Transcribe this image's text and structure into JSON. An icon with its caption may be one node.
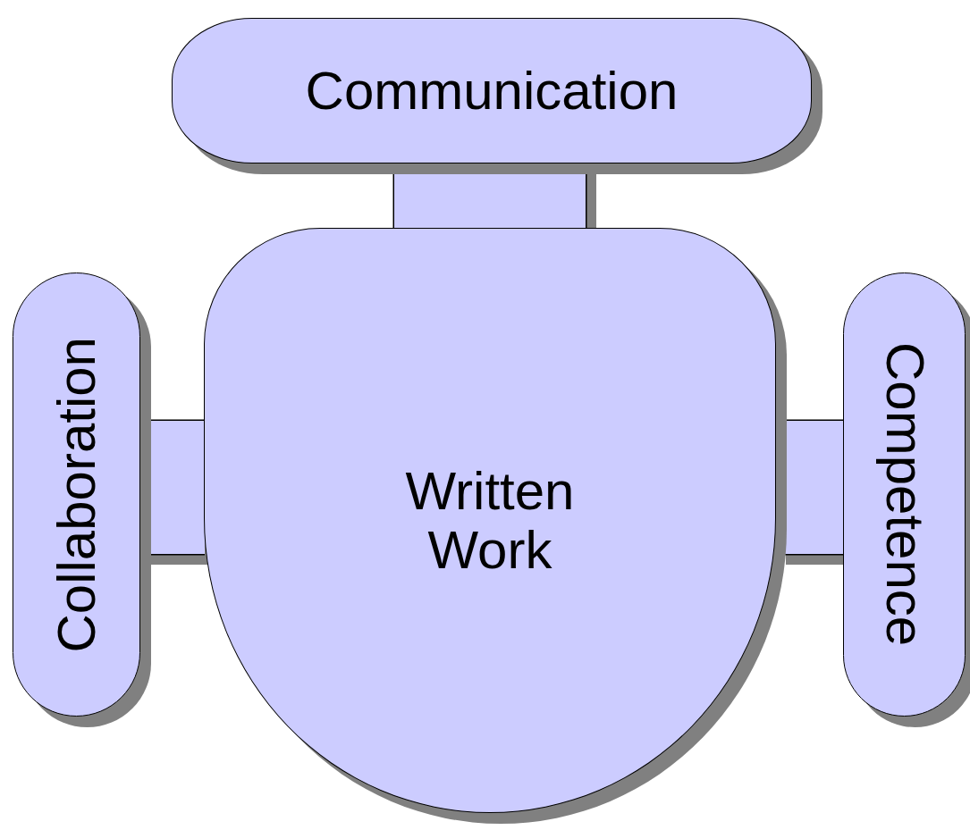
{
  "diagram": {
    "nodes": [
      {
        "text": [
          "Communication"
        ]
      },
      {
        "text": [
          "Written Work"
        ]
      },
      {
        "text": [
          "Collaboration"
        ]
      },
      {
        "text": [
          "Competence"
        ]
      }
    ],
    "edges": [
      {
        "from": 0,
        "to": 1,
        "arrow": "none"
      },
      {
        "from": 2,
        "to": 1,
        "arrow": "none"
      },
      {
        "from": 3,
        "to": 1,
        "arrow": "none"
      }
    ]
  }
}
